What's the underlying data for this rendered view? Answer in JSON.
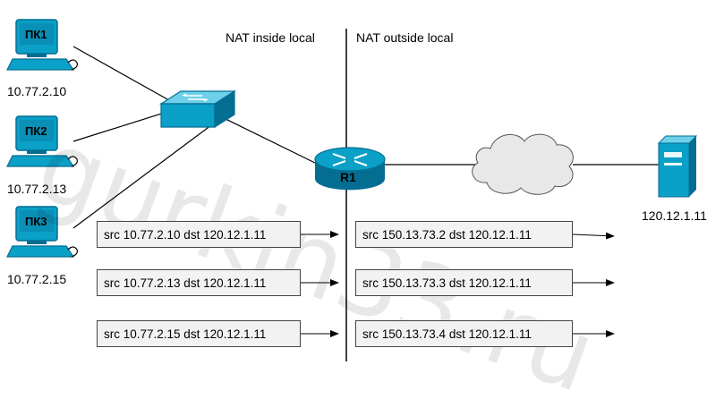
{
  "zones": {
    "inside": "NAT inside local",
    "outside": "NAT outside local"
  },
  "pcs": [
    {
      "name": "ПК1",
      "ip": "10.77.2.10"
    },
    {
      "name": "ПК2",
      "ip": "10.77.2.13"
    },
    {
      "name": "ПК3",
      "ip": "10.77.2.15"
    }
  ],
  "router": {
    "name": "R1"
  },
  "server": {
    "ip": "120.12.1.11"
  },
  "packets_inside": [
    "src 10.77.2.10 dst 120.12.1.11",
    "src 10.77.2.13 dst 120.12.1.11",
    "src 10.77.2.15 dst 120.12.1.11"
  ],
  "packets_outside": [
    "src 150.13.73.2 dst 120.12.1.11",
    "src 150.13.73.3 dst 120.12.1.11",
    "src 150.13.73.4 dst 120.12.1.11"
  ],
  "watermark": "gurkin33.ru",
  "colors": {
    "device": "#0aa0c8",
    "device_dark": "#046e92",
    "device_light": "#6fd0ea",
    "cloud": "#e8e8e8"
  }
}
